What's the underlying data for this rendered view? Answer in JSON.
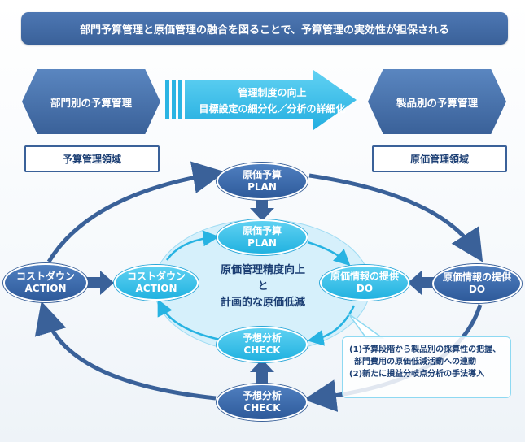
{
  "banner": "部門予算管理と原価管理の融合を図ることで、予算管理の実効性が担保される",
  "left_hex": "部門別の予算管理",
  "right_hex": "製品別の予算管理",
  "arrow": {
    "line1": "管理制度の向上",
    "line2": "目標設定の細分化／分析の詳細化"
  },
  "left_domain": "予算管理領域",
  "right_domain": "原価管理領域",
  "outer": {
    "plan": {
      "line1": "原価予算",
      "line2": "PLAN"
    },
    "do": {
      "line1": "原価情報の提供",
      "line2": "DO"
    },
    "check": {
      "line1": "予想分析",
      "line2": "CHECK"
    },
    "action": {
      "line1": "コストダウン",
      "line2": "ACTION"
    }
  },
  "inner": {
    "plan": {
      "line1": "原価予算",
      "line2": "PLAN"
    },
    "do": {
      "line1": "原価情報の提供",
      "line2": "DO"
    },
    "check": {
      "line1": "予想分析",
      "line2": "CHECK"
    },
    "action": {
      "line1": "コストダウン",
      "line2": "ACTION"
    }
  },
  "center": {
    "line1": "原価管理精度向上",
    "line2": "と",
    "line3": "計画的な原価低減"
  },
  "note": {
    "line1": "(1)予算段階から製品別の採算性の把握、",
    "line2": "部門費用の原価低減活動への連動",
    "line3": "(2)新たに損益分岐点分析の手法導入"
  },
  "colors": {
    "dark_blue": "#3a6199",
    "light_blue": "#21b2e0",
    "inner_fill": "#d6f0fb"
  }
}
